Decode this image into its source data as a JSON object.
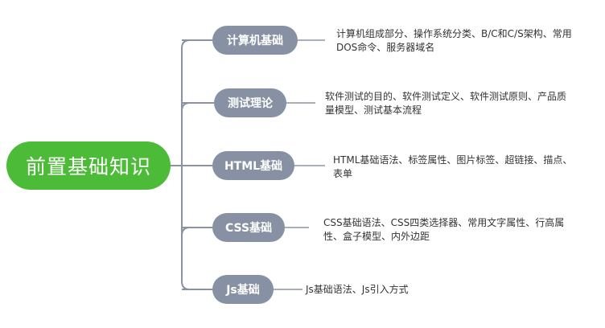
{
  "root": {
    "label": "前置基础知识",
    "color": "#4cbb38"
  },
  "topic_color": "#8791a3",
  "line_color": "#8b93a3",
  "branches": [
    {
      "label": "计算机基础",
      "desc_lines": [
        "计算机组成部分、操作系统分类、B/C和C/S架构、常用",
        "DOS命令、服务器域名"
      ]
    },
    {
      "label": "测试理论",
      "desc_lines": [
        "软件测试的目的、软件测试定义、软件测试原则、产品质",
        "量模型、测试基本流程"
      ]
    },
    {
      "label": "HTML基础",
      "desc_lines": [
        "HTML基础语法、标签属性、图片标签、超链接、描点、",
        "表单"
      ]
    },
    {
      "label": "CSS基础",
      "desc_lines": [
        "CSS基础语法、CSS四类选择器、常用文字属性、行高属",
        "性、盒子模型、内外边距"
      ]
    },
    {
      "label": "Js基础",
      "desc_lines": [
        "Js基础语法、Js引入方式"
      ]
    }
  ]
}
